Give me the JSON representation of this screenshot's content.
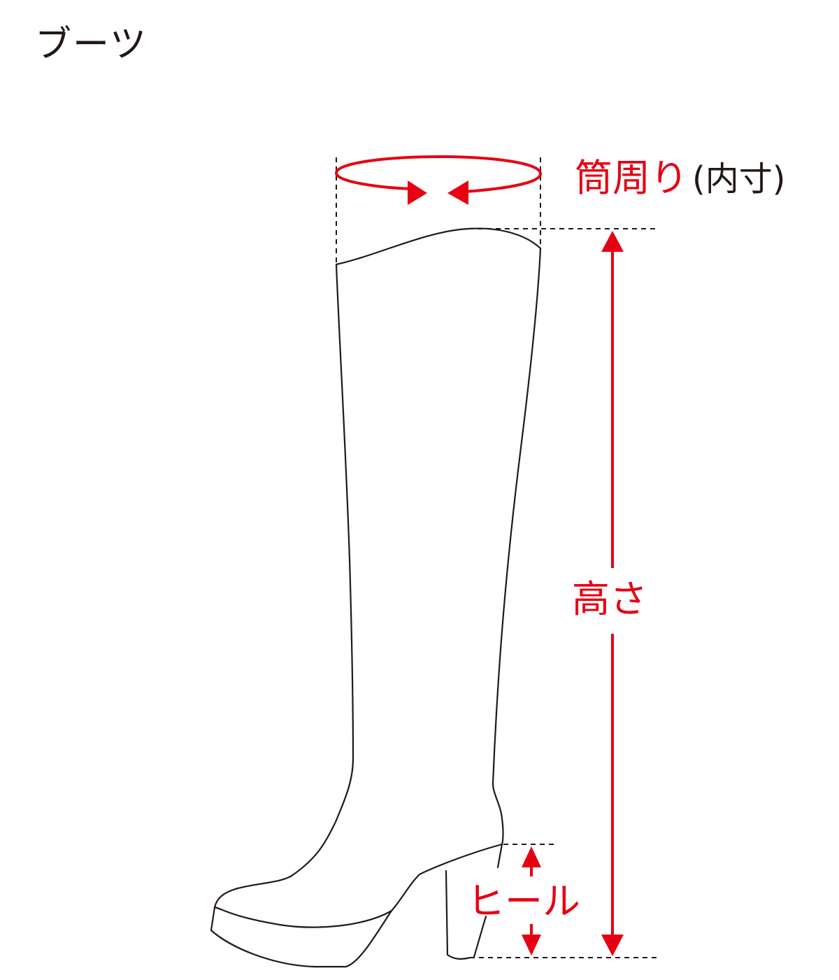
{
  "title": "ブーツ",
  "colors": {
    "accent": "#e60012",
    "outline": "#231815",
    "background": "#ffffff"
  },
  "measurements": {
    "circumference": {
      "label": "筒周り",
      "note": "(内寸)"
    },
    "height": {
      "label": "高さ"
    },
    "heel": {
      "label": "ヒール"
    }
  }
}
